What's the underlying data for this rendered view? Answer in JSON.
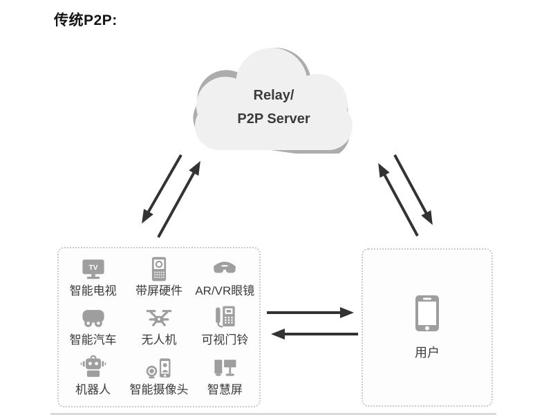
{
  "title": "传统P2P:",
  "cloud": {
    "line1": "Relay/",
    "line2": "P2P Server"
  },
  "devices": {
    "items": [
      {
        "label": "智能电视",
        "icon": "smart-tv-icon"
      },
      {
        "label": "带屏硬件",
        "icon": "screen-device-icon"
      },
      {
        "label": "AR/VR眼镜",
        "icon": "arvr-glasses-icon"
      },
      {
        "label": "智能汽车",
        "icon": "smart-car-icon"
      },
      {
        "label": "无人机",
        "icon": "drone-icon"
      },
      {
        "label": "可视门铃",
        "icon": "video-doorbell-icon"
      },
      {
        "label": "机器人",
        "icon": "robot-icon"
      },
      {
        "label": "智能摄像头",
        "icon": "smart-camera-icon"
      },
      {
        "label": "智慧屏",
        "icon": "smart-screen-icon"
      }
    ]
  },
  "user": {
    "label": "用户",
    "icon": "smartphone-icon"
  },
  "tv_icon_text": "TV",
  "colors": {
    "icon_gray": "#9e9e9e",
    "cloud_fill": "#f0f0f0",
    "cloud_shadow": "#acacac",
    "cloud_text": "#3b3b3b",
    "arrow": "#333333",
    "label": "#3a3a3a",
    "box_border": "#c9c9c9",
    "box_background": "#fdfdfd"
  }
}
